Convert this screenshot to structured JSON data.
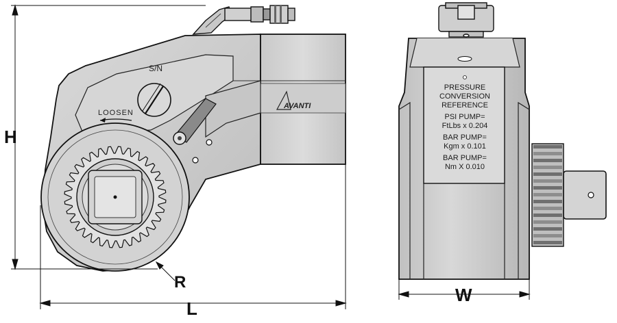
{
  "dimensions": {
    "height": "H",
    "length": "L",
    "radius": "R",
    "width": "W"
  },
  "side_view": {
    "serial_label": "S/N",
    "loosen_label": "LOOSEN",
    "brand": "AVANTI"
  },
  "front_view": {
    "reference_plate": {
      "line1": "PRESSURE",
      "line2": "CONVERSION",
      "line3": "REFERENCE",
      "line4": "PSI PUMP=",
      "line5": "FtLbs x 0.204",
      "line6": "BAR PUMP=",
      "line7": "Kgm x 0.101",
      "line8": "BAR PUMP=",
      "line9": "Nm X 0.010"
    }
  },
  "colors": {
    "ink": "#111111",
    "body": "#d2d2d2",
    "shade": "#a9a9a9",
    "dark": "#6a6a6a"
  }
}
